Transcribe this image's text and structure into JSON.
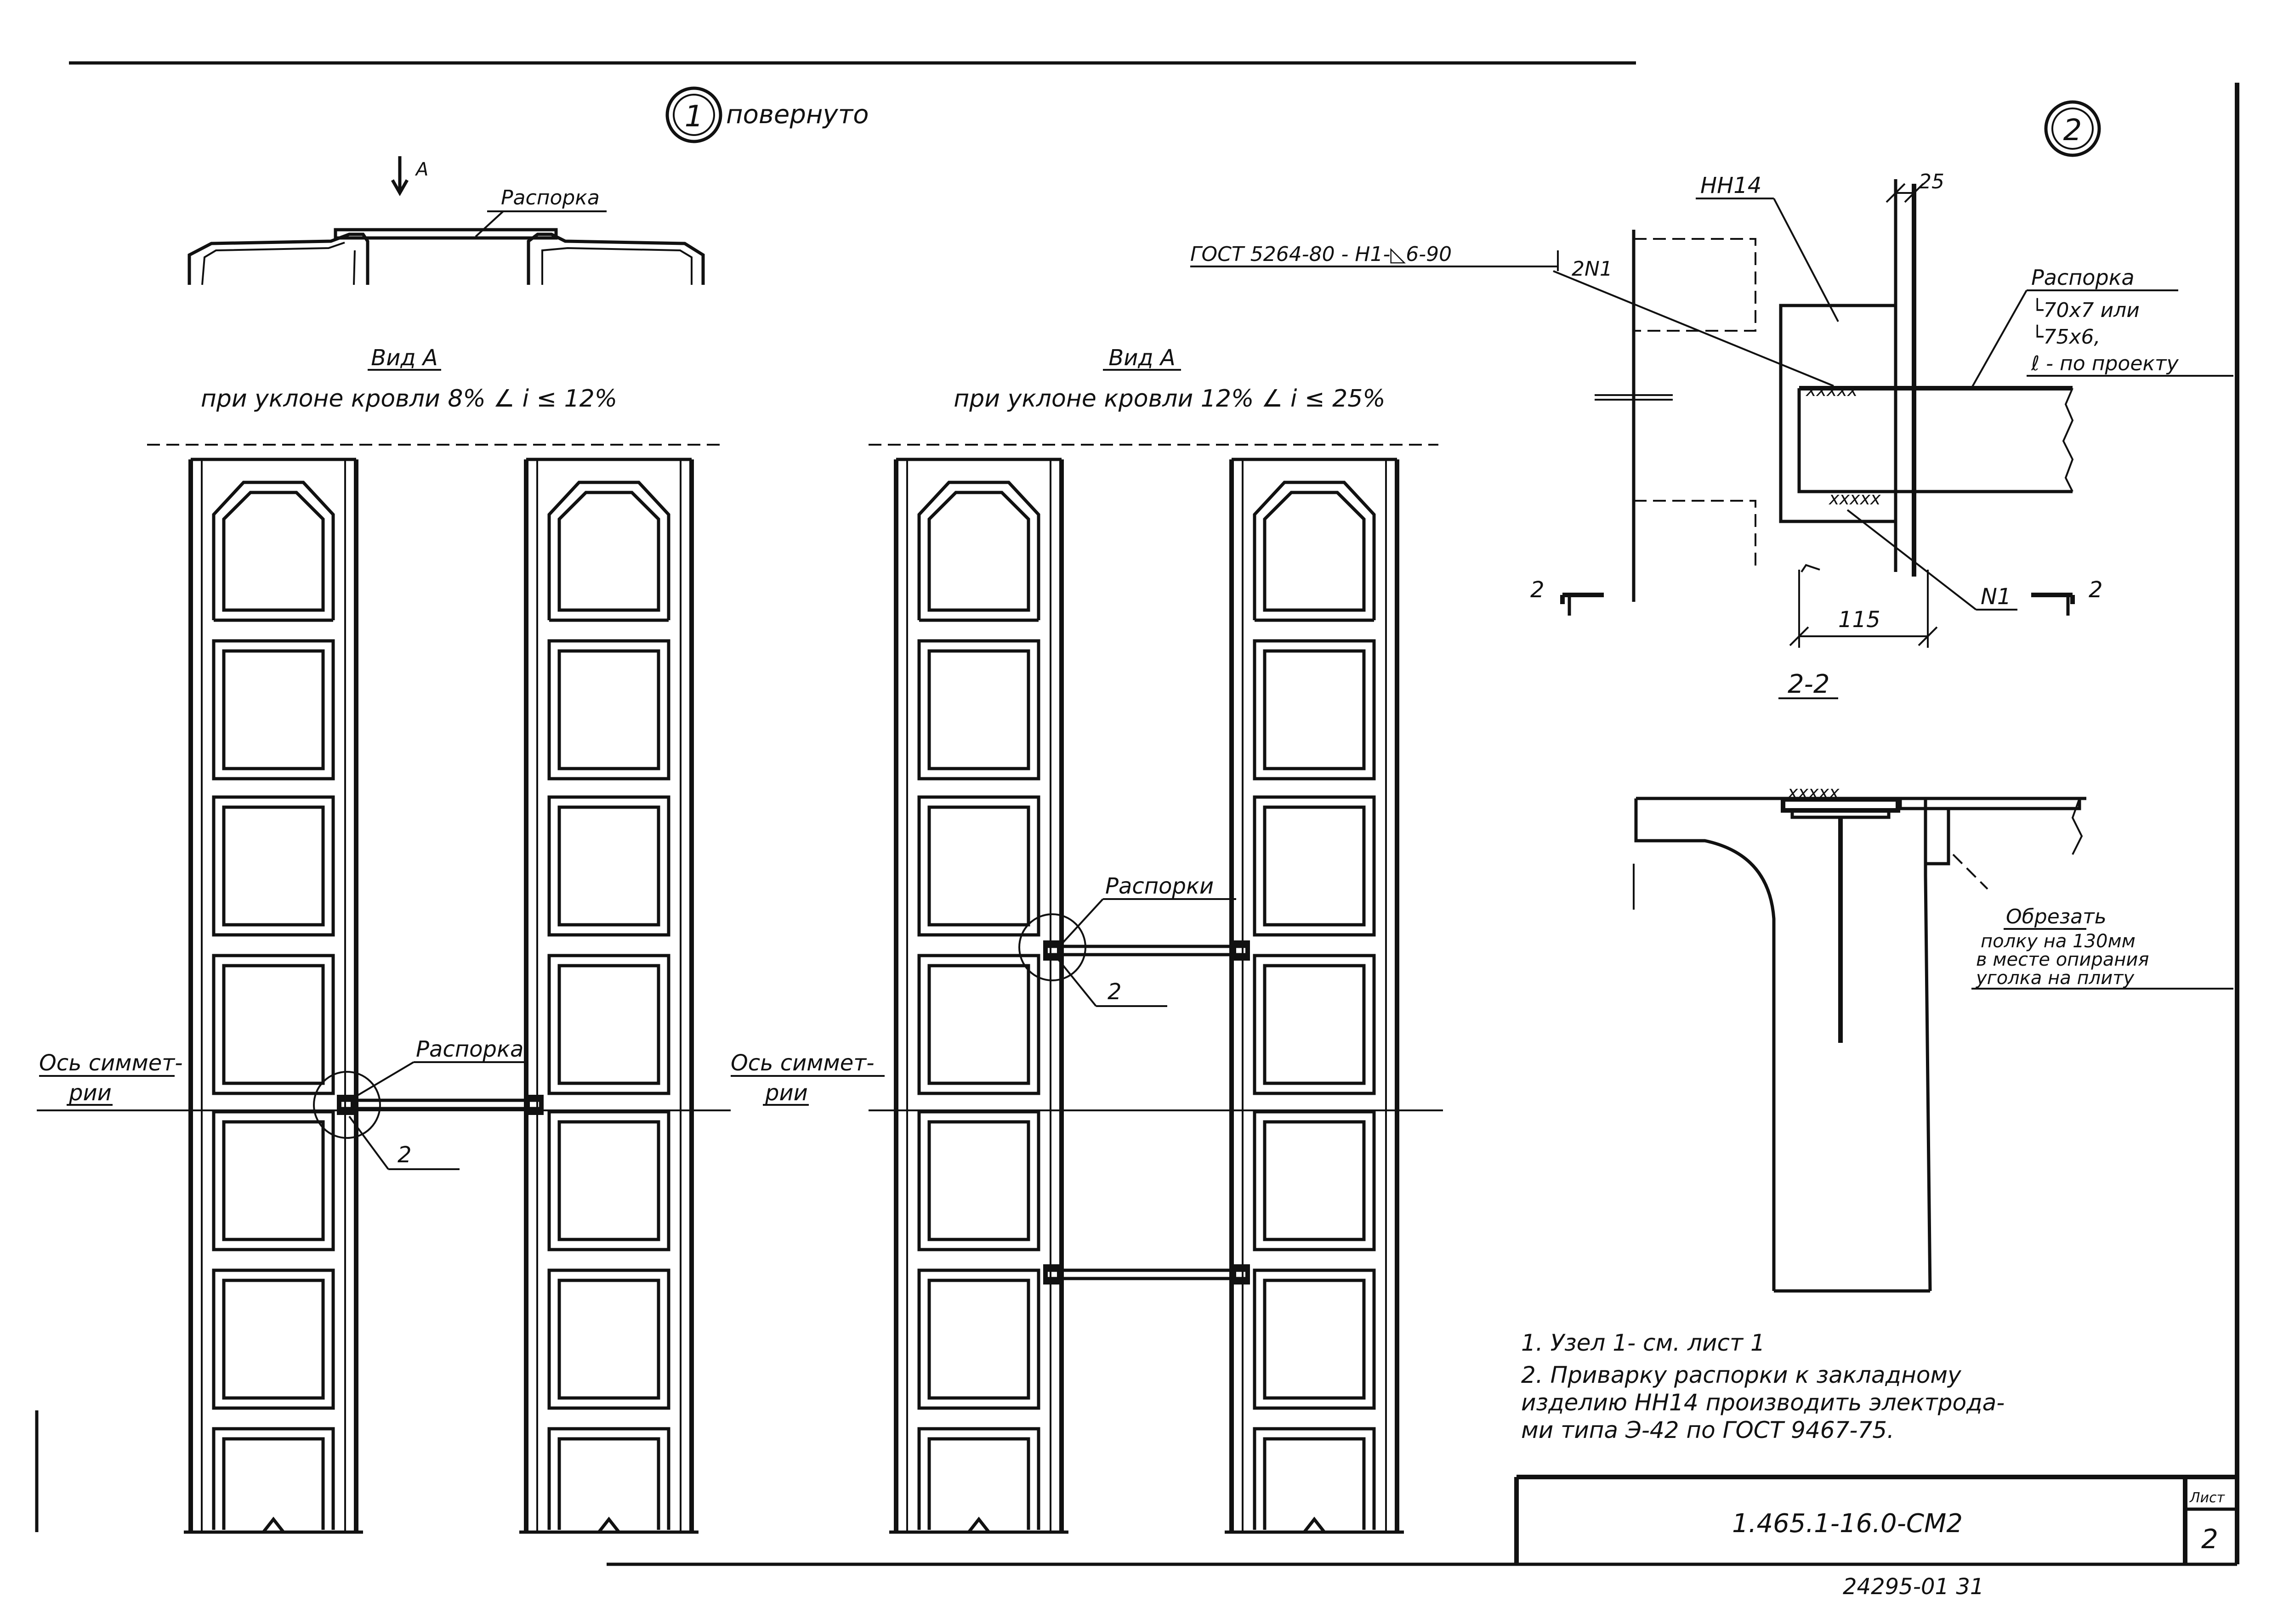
{
  "sheet": {
    "node1": {
      "number": "1",
      "title": "повернуто"
    },
    "node2": {
      "number": "2"
    },
    "plan": {
      "arrow_label": "А",
      "brace_label": "Распорка"
    },
    "view_left": {
      "title": "Вид А",
      "subtitle": "при уклоне кровли 8% ∠ i ≤ 12%",
      "axis_label_1": "Ось симмет-",
      "axis_label_2": "рии",
      "brace_label": "Распорка",
      "node_ref": "2"
    },
    "view_right": {
      "title": "Вид А",
      "subtitle": "при уклоне кровли 12% ∠ i ≤ 25%",
      "axis_label_1": "Ось симмет-",
      "axis_label_2": "рии",
      "brace_label": "Распорки",
      "node_ref": "2"
    },
    "detail": {
      "embedded": "НН14",
      "weld_note": "ГОСТ 5264-80 - Н1-◺6-90",
      "weld_mark": "2N1",
      "dim_top": "25",
      "dim_bottom": "115",
      "brace_label": "Распорка",
      "brace_spec_1": "└70x7 или",
      "brace_spec_2": "└75x6,",
      "brace_spec_3": "ℓ - по проекту",
      "n1": "N1",
      "cut_mark": "2",
      "section_title": "2-2"
    },
    "section": {
      "note_1": "Обрезать",
      "note_2": "полку на 130мм",
      "note_3": "в месте опирания",
      "note_4": "уголка на плиту"
    },
    "notes": {
      "line_1": "1. Узел 1- см. лист 1",
      "line_2": "2. Приварку распорки к закладному",
      "line_3": "изделию НН14 производить электрода-",
      "line_4": "ми типа Э-42 по ГОСТ 9467-75."
    },
    "title_block": {
      "code": "1.465.1-16.0-СМ2",
      "sheet_label": "Лист",
      "sheet_no": "2"
    },
    "footer": {
      "stamp": "24295-01  31"
    }
  }
}
